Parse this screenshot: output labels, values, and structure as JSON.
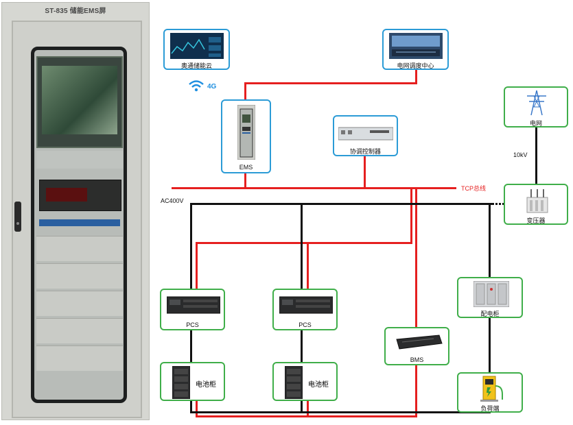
{
  "cabinet": {
    "title": "ST-835 储能EMS屏"
  },
  "cloud": {
    "label": "奥通储能云",
    "network": "4G"
  },
  "nodes": {
    "grid_dispatch": "电网调度中心",
    "ems": "EMS",
    "coordinator": "协调控制器",
    "power_grid": "电网",
    "transformer": "变压器",
    "pcs1": "PCS",
    "pcs2": "PCS",
    "battery1": "电池柜",
    "battery2": "电池柜",
    "bms": "BMS",
    "distribution": "配电柜",
    "load": "负荷端"
  },
  "labels": {
    "voltage_hv": "10kV",
    "tcp_bus": "TCP总线",
    "ac_bus": "AC400V"
  },
  "colors": {
    "comm_line": "#e51f1f",
    "power_line": "#111111",
    "node_blue": "#2b9bd6",
    "node_green": "#3fae49"
  }
}
